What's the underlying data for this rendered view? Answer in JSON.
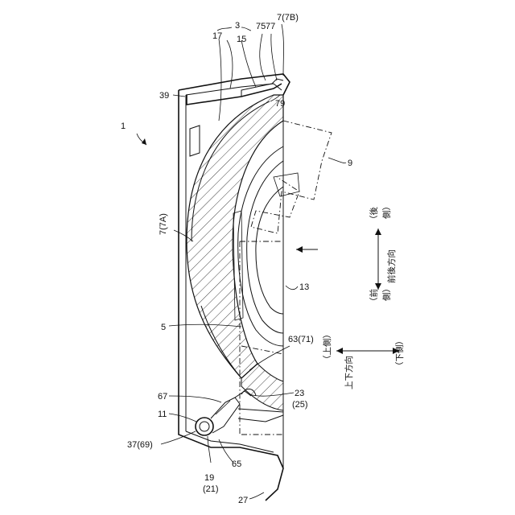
{
  "figure": {
    "labels": {
      "l1": "1",
      "l3": "3",
      "l5": "5",
      "l7a_1": "7",
      "l7a_2": "(7A)",
      "l7b": "7(7B)",
      "l9": "9",
      "l11": "11",
      "l13": "13",
      "l15": "15",
      "l17": "17",
      "l19_1": "19",
      "l19_2": "(21)",
      "l23_1": "23",
      "l23_2": "(25)",
      "l27": "27",
      "l37": "37(69)",
      "l39": "39",
      "l63": "63(71)",
      "l65": "65",
      "l67": "67",
      "l75": "75",
      "l77": "77",
      "l79": "79"
    },
    "direction_legend": {
      "front_back": {
        "rear_1": "（後",
        "rear_2": "側）",
        "axis_1": "前後方向",
        "front_1": "（前",
        "front_2": "側）"
      },
      "up_down": {
        "upper": "（上側）",
        "axis": "上下方向",
        "lower": "（下側）"
      }
    }
  }
}
